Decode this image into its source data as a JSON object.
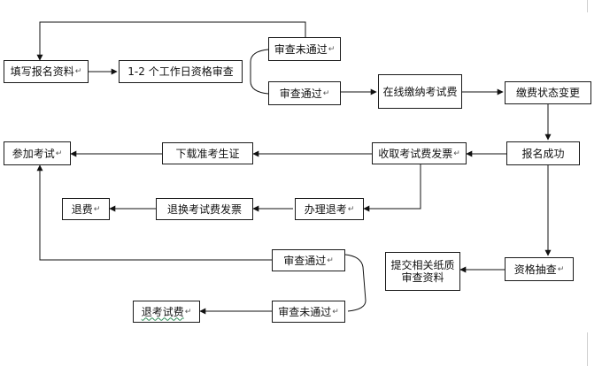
{
  "nodes": {
    "fill_info": "填写报名资料",
    "review_days": "1-2 个工作日资格审查",
    "review_fail_1": "审查未通过",
    "review_pass_1": "审查通过",
    "online_pay": "在线缴纳考试费",
    "pay_status": "缴费状态变更",
    "signup_ok": "报名成功",
    "receipt": "收取考试费发票",
    "download_ticket": "下载准考生证",
    "take_exam": "参加考试",
    "withdraw": "办理退考",
    "exchange_receipt": "退换考试费发票",
    "refund": "退费",
    "spot_check": "资格抽查",
    "submit_docs": "提交相关纸质审查资料",
    "review_pass_2": "审查通过",
    "review_fail_2": "审查未通过",
    "refund_fee": "退考试费"
  },
  "paragraph_mark": "↵"
}
